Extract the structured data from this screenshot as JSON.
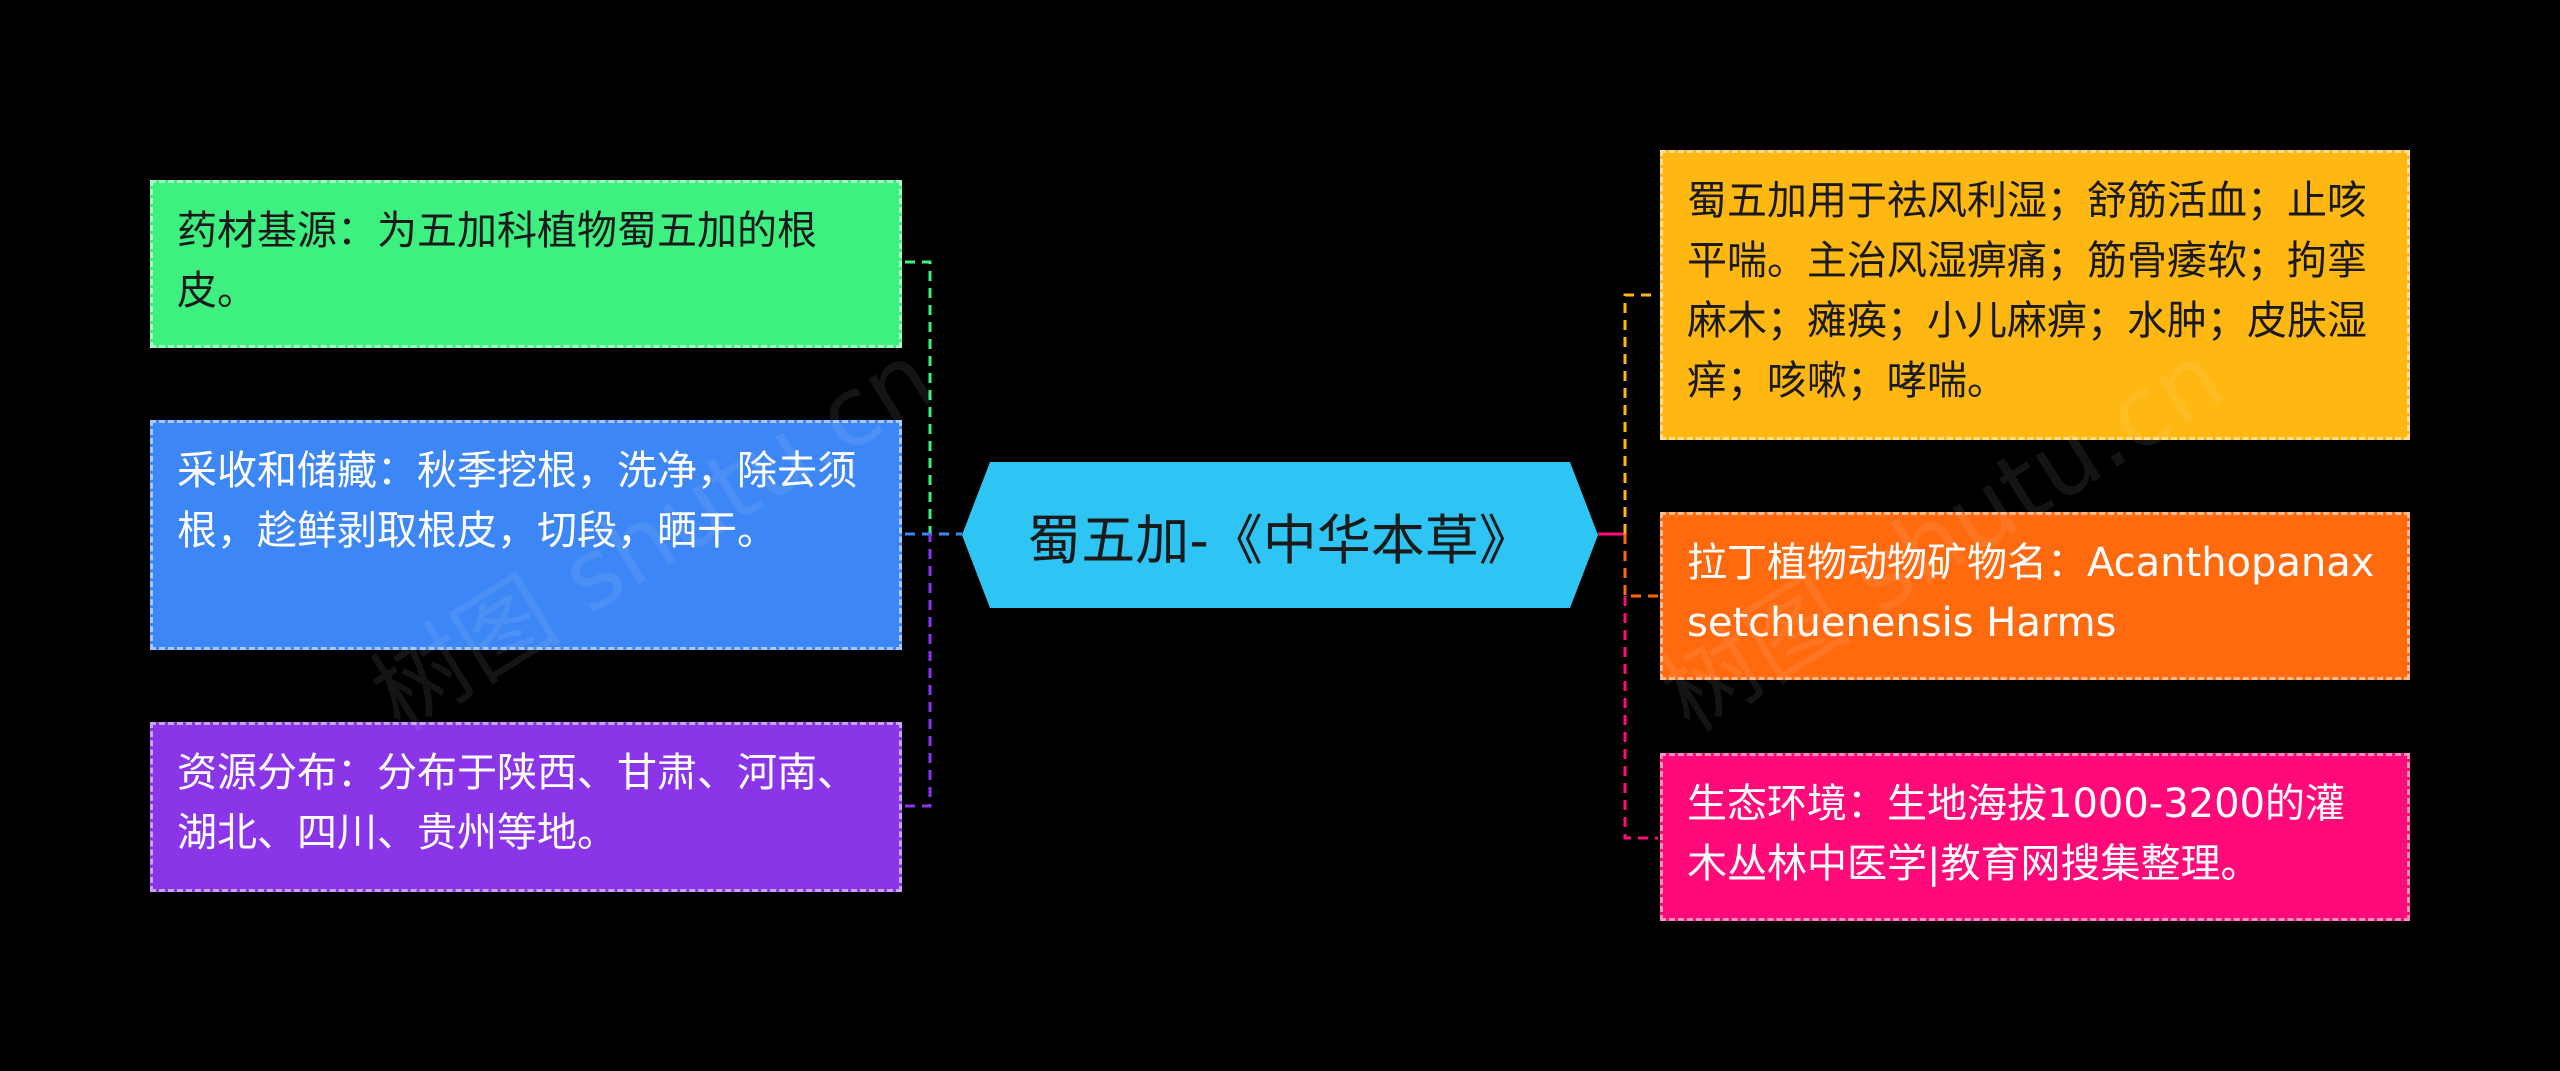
{
  "center": {
    "label": "蜀五加-《中华本草》",
    "color": "#2EC5F5"
  },
  "left_nodes": [
    {
      "text": "药材基源：为五加科植物蜀五加的根皮。",
      "color": "#3EF07F",
      "connector_color": "#3EF07F"
    },
    {
      "text": "采收和储藏：秋季挖根，洗净，除去须根，趁鲜剥取根皮，切段，晒干。",
      "color": "#3D86F5",
      "connector_color": "#3D86F5"
    },
    {
      "text": "资源分布：分布于陕西、甘肃、河南、湖北、四川、贵州等地。",
      "color": "#8A35E8",
      "connector_color": "#8A35E8"
    }
  ],
  "right_nodes": [
    {
      "text": "蜀五加用于祛风利湿；舒筋活血；止咳平喘。主治风湿痹痛；筋骨痿软；拘挛麻木；瘫痪；小儿麻痹；水肿；皮肤湿痒；咳嗽；哮喘。",
      "color": "#FFB711",
      "connector_color": "#FFB711"
    },
    {
      "text": "拉丁植物动物矿物名：Acanthopanax setchuenensis Harms",
      "color": "#FF6A0F",
      "connector_color": "#FF6A0F"
    },
    {
      "text": "生态环境：生地海拔1000-3200的灌木丛林中医学|教育网搜集整理。",
      "color": "#FF0A78",
      "connector_color": "#FF0A78"
    }
  ],
  "watermark": "树图 shutu.cn",
  "background": "#000000",
  "connector_main_color": "#FF0A78"
}
